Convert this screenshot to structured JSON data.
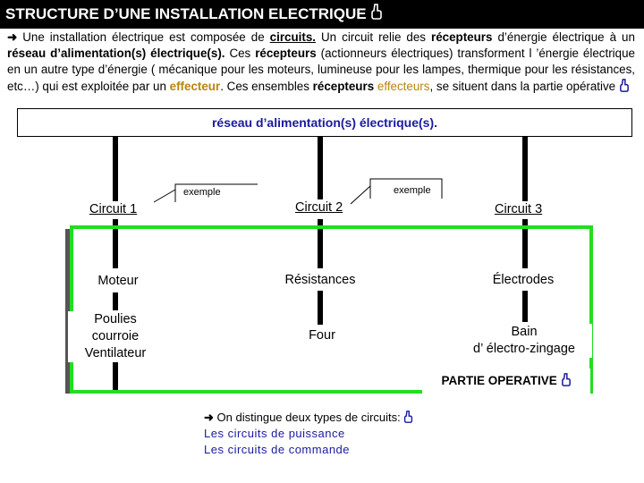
{
  "title": "STRUCTURE D’UNE INSTALLATION ELECTRIQUE",
  "intro": {
    "p1": "Une installation électrique est composée de",
    "circuits": "circuits.",
    "p2": "Un circuit relie des",
    "recepteurs1": "récepteurs",
    "p3": "d’énergie électrique à un",
    "reseau": "réseau d’alimentation(s) électrique(s).",
    "p4": "Ces",
    "recepteurs2": "récepteurs",
    "p5": "(actionneurs électriques) transforment l ’énergie électrique en un autre type d’énergie ( mécanique pour les moteurs, lumineuse pour les lampes, thermique pour les résistances, etc…) qui est exploitée par un",
    "effecteur": "effecteur",
    "p6": ". Ces ensembles",
    "recepteurs3": "récepteurs",
    "effecteurs": "effecteurs",
    "p7": ", se situent dans la partie opérative"
  },
  "network_label": "réseau d’alimentation(s) électrique(s).",
  "circuits": [
    {
      "label": "Circuit 1",
      "component": "Moteur",
      "effector_lines": [
        "Poulies",
        "courroie",
        "Ventilateur"
      ]
    },
    {
      "label": "Circuit 2",
      "component": "Résistances",
      "effector_lines": [
        "Four"
      ]
    },
    {
      "label": "Circuit 3",
      "component": "Électrodes",
      "effector_lines": [
        "Bain",
        "d’ électro-zingage"
      ]
    }
  ],
  "example_label": "exemple",
  "partie_operative": "PARTIE OPERATIVE",
  "types": {
    "intro": "On distingue deux types de circuits:",
    "items": [
      "Les circuits de puissance",
      "Les circuits de commande"
    ]
  },
  "colors": {
    "frame": "#22dd22",
    "highlight": "#b8860b",
    "blue_text": "#1a1aa0"
  },
  "icons": [
    "arrow-right-icon",
    "hand-pointer-icon"
  ]
}
